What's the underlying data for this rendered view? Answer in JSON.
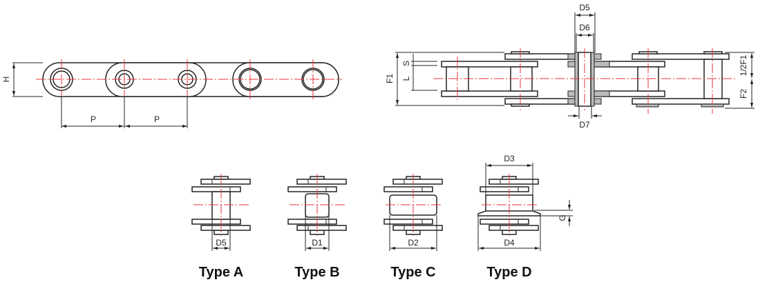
{
  "title": "Chain dimension drawing",
  "colors": {
    "outline": "#222222",
    "centerline": "#e8333a"
  },
  "side_view": {
    "height_label": "H",
    "pitch_label_1": "P",
    "pitch_label_2": "P"
  },
  "top_view": {
    "d5": "D5",
    "d6": "D6",
    "d7": "D7",
    "f1": "F1",
    "s": "S",
    "l": "L",
    "half_f1": "1/2F1",
    "f2": "F2"
  },
  "types": [
    {
      "name": "Type A",
      "dim": "D5"
    },
    {
      "name": "Type B",
      "dim": "D1"
    },
    {
      "name": "Type C",
      "dim": "D2"
    },
    {
      "name": "Type D",
      "dim": "D4",
      "top_dim": "D3",
      "g": "G"
    }
  ]
}
